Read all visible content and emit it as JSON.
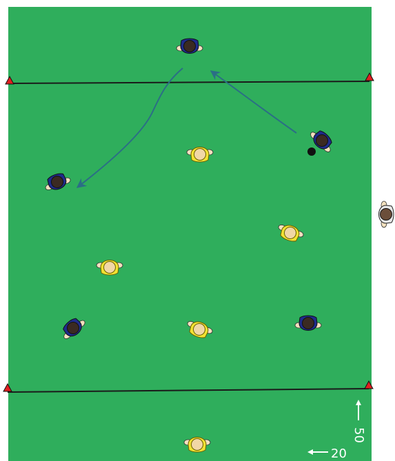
{
  "colors": {
    "pitch": "#2fae5c",
    "line": "#1a1a1a",
    "cone": "#e02020",
    "arrow": "#2b6e86",
    "team_blue_shirt": "#1f2b8c",
    "team_yellow_shirt": "#f2e233",
    "skin": "#f3e1bf",
    "head_dark": "#3b2a22",
    "head_light": "#f1d7a6",
    "ball": "#111111",
    "label": "#ffffff"
  },
  "dimensions": {
    "length_label": "50",
    "width_label": "20"
  },
  "icons": {
    "cone": "red-triangle-cone",
    "ball": "black-ball",
    "arrow_head": "open-arrowhead"
  }
}
